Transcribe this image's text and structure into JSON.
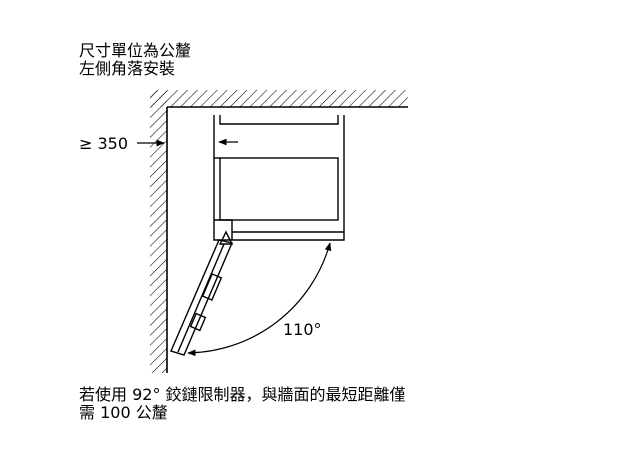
{
  "header": {
    "line1": "尺寸單位為公釐",
    "line2": "左側角落安裝"
  },
  "dimensions": {
    "wall_clearance_label": "≥ 350",
    "door_angle_label": "110°"
  },
  "footer": {
    "line1": "若使用 92° 鉸鏈限制器，與牆面的最短距離僅",
    "line2": "需 100 公釐"
  },
  "colors": {
    "line": "#000000",
    "background": "#ffffff",
    "hatch": "#000000"
  }
}
